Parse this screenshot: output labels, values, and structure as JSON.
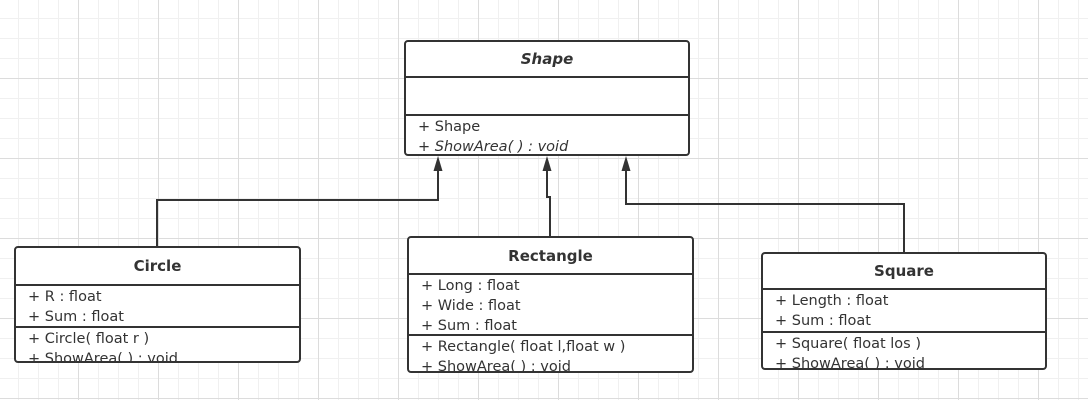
{
  "diagram": {
    "classes": [
      {
        "id": "shape",
        "name": "Shape",
        "abstract": true,
        "attributes": [],
        "methods": [
          {
            "text": "+ Shape",
            "italic": false
          },
          {
            "text": "+ ShowArea( ) : void",
            "italic": true
          }
        ]
      },
      {
        "id": "circle",
        "name": "Circle",
        "abstract": false,
        "attributes": [
          {
            "text": "+ R : float"
          },
          {
            "text": "+ Sum : float"
          }
        ],
        "methods": [
          {
            "text": "+ Circle( float r )",
            "italic": false
          },
          {
            "text": "+ ShowArea( ) : void",
            "italic": false
          }
        ]
      },
      {
        "id": "rectangle",
        "name": "Rectangle",
        "abstract": false,
        "attributes": [
          {
            "text": "+ Long : float"
          },
          {
            "text": "+ Wide : float"
          },
          {
            "text": "+ Sum : float"
          }
        ],
        "methods": [
          {
            "text": "+ Rectangle( float l,float w )",
            "italic": false
          },
          {
            "text": "+ ShowArea( ) : void",
            "italic": false
          }
        ]
      },
      {
        "id": "square",
        "name": "Square",
        "abstract": false,
        "attributes": [
          {
            "text": "+ Length : float"
          },
          {
            "text": "+ Sum : float"
          }
        ],
        "methods": [
          {
            "text": "+ Square( float los )",
            "italic": false
          },
          {
            "text": "+ ShowArea( ) : void",
            "italic": false
          }
        ]
      }
    ],
    "relations": [
      {
        "type": "generalization",
        "from": "circle",
        "to": "shape"
      },
      {
        "type": "generalization",
        "from": "rectangle",
        "to": "shape"
      },
      {
        "type": "generalization",
        "from": "square",
        "to": "shape"
      }
    ],
    "colors": {
      "line": "#333333",
      "background": "#ffffff",
      "grid": "#dcdcdc"
    }
  }
}
